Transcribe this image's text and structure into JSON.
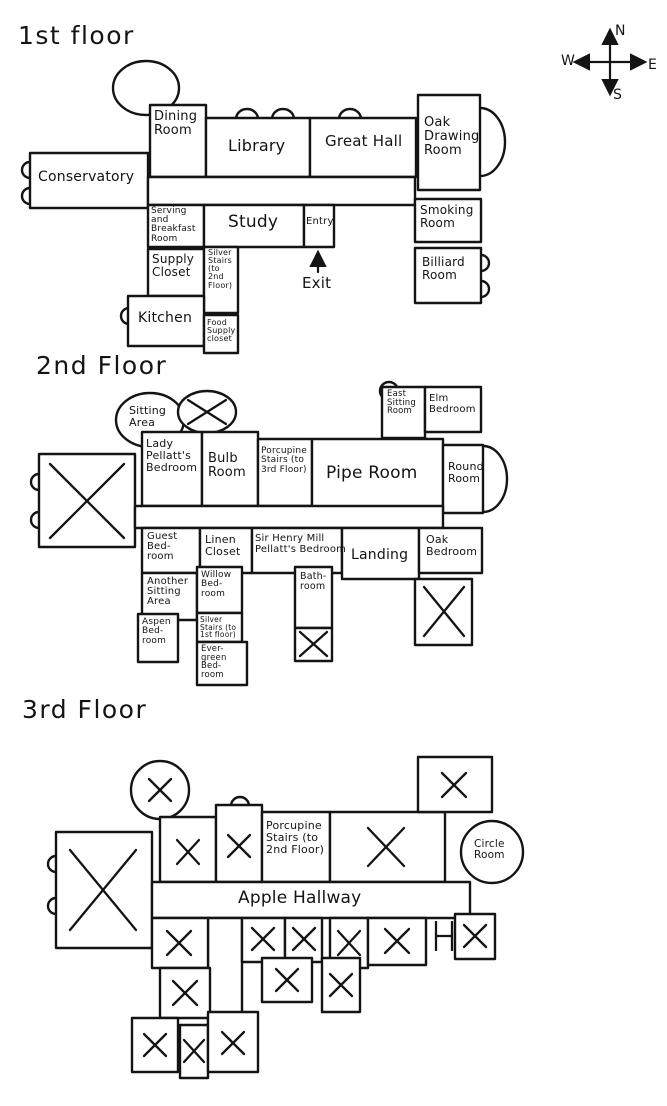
{
  "compass": {
    "n": "N",
    "e": "E",
    "s": "S",
    "w": "W"
  },
  "floor1": {
    "title": "1st floor",
    "rooms": {
      "dining_room": "Dining\nRoom",
      "library": "Library",
      "great_hall": "Great Hall",
      "oak_drawing_room": "Oak\nDrawing\nRoom",
      "conservatory": "Conservatory",
      "serving_breakfast_room": "Serving\nand\nBreakfast\nRoom",
      "study": "Study",
      "entry": "Entry",
      "exit": "Exit",
      "smoking_room": "Smoking\nRoom",
      "billiard_room": "Billiard\nRoom",
      "supply_closet": "Supply\nCloset",
      "silver_stairs": "Silver\nStairs\n(to\n2nd\nFloor)",
      "kitchen": "Kitchen",
      "food_supply_closet": "Food\nSupply\ncloset"
    }
  },
  "floor2": {
    "title": "2nd Floor",
    "rooms": {
      "sitting_area": "Sitting\nArea",
      "east_sitting_room": "East\nSitting\nRoom",
      "elm_bedroom": "Elm\nBedroom",
      "lady_pellatts_bedroom": "Lady\nPellatt's\nBedroom",
      "bulb_room": "Bulb\nRoom",
      "porcupine_stairs": "Porcupine\nStairs (to\n3rd Floor)",
      "pipe_room": "Pipe Room",
      "round_room": "Round\nRoom",
      "guest_bedroom": "Guest\nBed-\nroom",
      "linen_closet": "Linen\nCloset",
      "sir_henry_bedroom": "Sir Henry Mill\nPellatt's Bedroom",
      "landing": "Landing",
      "oak_bedroom": "Oak\nBedroom",
      "another_sitting_area": "Another\nSitting\nArea",
      "willow_bedroom": "Willow\nBed-\nroom",
      "bathroom": "Bath-\nroom",
      "aspen_bedroom": "Aspen\nBed-\nroom",
      "silver_stairs_down": "Silver\nStairs (to\n1st floor)",
      "evergreen_bedroom": "Ever-\ngreen\nBed-\nroom"
    }
  },
  "floor3": {
    "title": "3rd Floor",
    "rooms": {
      "porcupine_stairs": "Porcupine\nStairs (to\n2nd Floor)",
      "apple_hallway": "Apple Hallway",
      "circle_room": "Circle\nRoom"
    }
  }
}
